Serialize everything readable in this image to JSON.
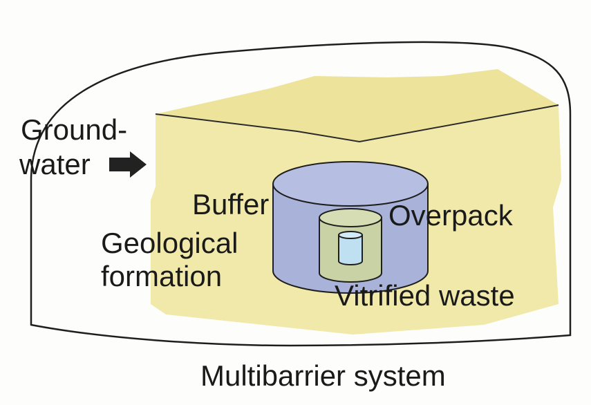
{
  "labels": {
    "groundwater_line1": "Ground-",
    "groundwater_line2": "water",
    "buffer": "Buffer",
    "overpack": "Overpack",
    "geological_line1": "Geological",
    "geological_line2": "formation",
    "vitrified_waste": "Vitrified waste",
    "system_caption": "Multibarrier system"
  },
  "colors": {
    "formation_fill": "#f1e9a9",
    "formation_top_fill": "#ede39b",
    "buffer_fill": "#a9b2d8",
    "buffer_top_fill": "#b6bfe2",
    "overpack_fill": "#c9d2a4",
    "overpack_top_fill": "#d6ddb4",
    "waste_fill": "#bfe0f0",
    "outline": "#1e1e1e",
    "arrow": "#222222"
  },
  "icons": {
    "flow_arrow": "right-arrow-icon"
  }
}
